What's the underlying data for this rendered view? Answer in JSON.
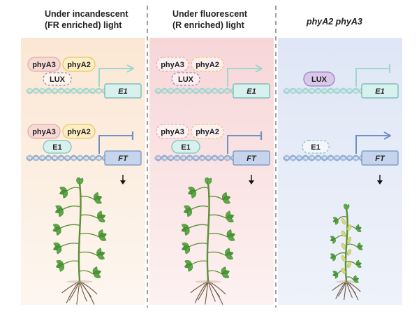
{
  "panels": [
    {
      "title_line1": "Under incandescent",
      "title_line2": "(FR enriched) light",
      "e1_row": {
        "protein_a": "phyA3",
        "protein_b": "phyA2",
        "repressor": "LUX",
        "gene": "E1"
      },
      "ft_row": {
        "protein_a": "phyA3",
        "protein_b": "phyA2",
        "repressor": "E1",
        "gene": "FT"
      }
    },
    {
      "title_line1": "Under fluorescent",
      "title_line2": "(R enriched) light",
      "e1_row": {
        "protein_a": "phyA3",
        "protein_b": "phyA2",
        "repressor": "LUX",
        "gene": "E1"
      },
      "ft_row": {
        "protein_a": "phyA3",
        "protein_b": "phyA2",
        "repressor": "E1",
        "gene": "FT"
      }
    },
    {
      "title_line1": "phyA2 phyA3",
      "title_line2": "",
      "e1_row": {
        "repressor": "LUX",
        "gene": "E1"
      },
      "ft_row": {
        "repressor": "E1",
        "gene": "FT"
      }
    }
  ],
  "colors": {
    "panel1_bg": "#fdf1e6",
    "panel2_bg": "#fbe4e6",
    "panel3_bg": "#e7ecf7",
    "phyA3_fill": "#f6d9d6",
    "phyA2_fill": "#fbeec2",
    "lux_fill": "#d9c8ea",
    "e1_fill": "#d7f1ef",
    "e1_gene_fill": "#d7f1ef",
    "ft_gene_fill": "#c6d5ec",
    "dna_e1": "#9fd6cf",
    "dna_ft": "#8faed4",
    "leaf": "#4e9a3a",
    "stem": "#5c8f36",
    "root": "#6e5743",
    "flower": "#d8dc78"
  }
}
